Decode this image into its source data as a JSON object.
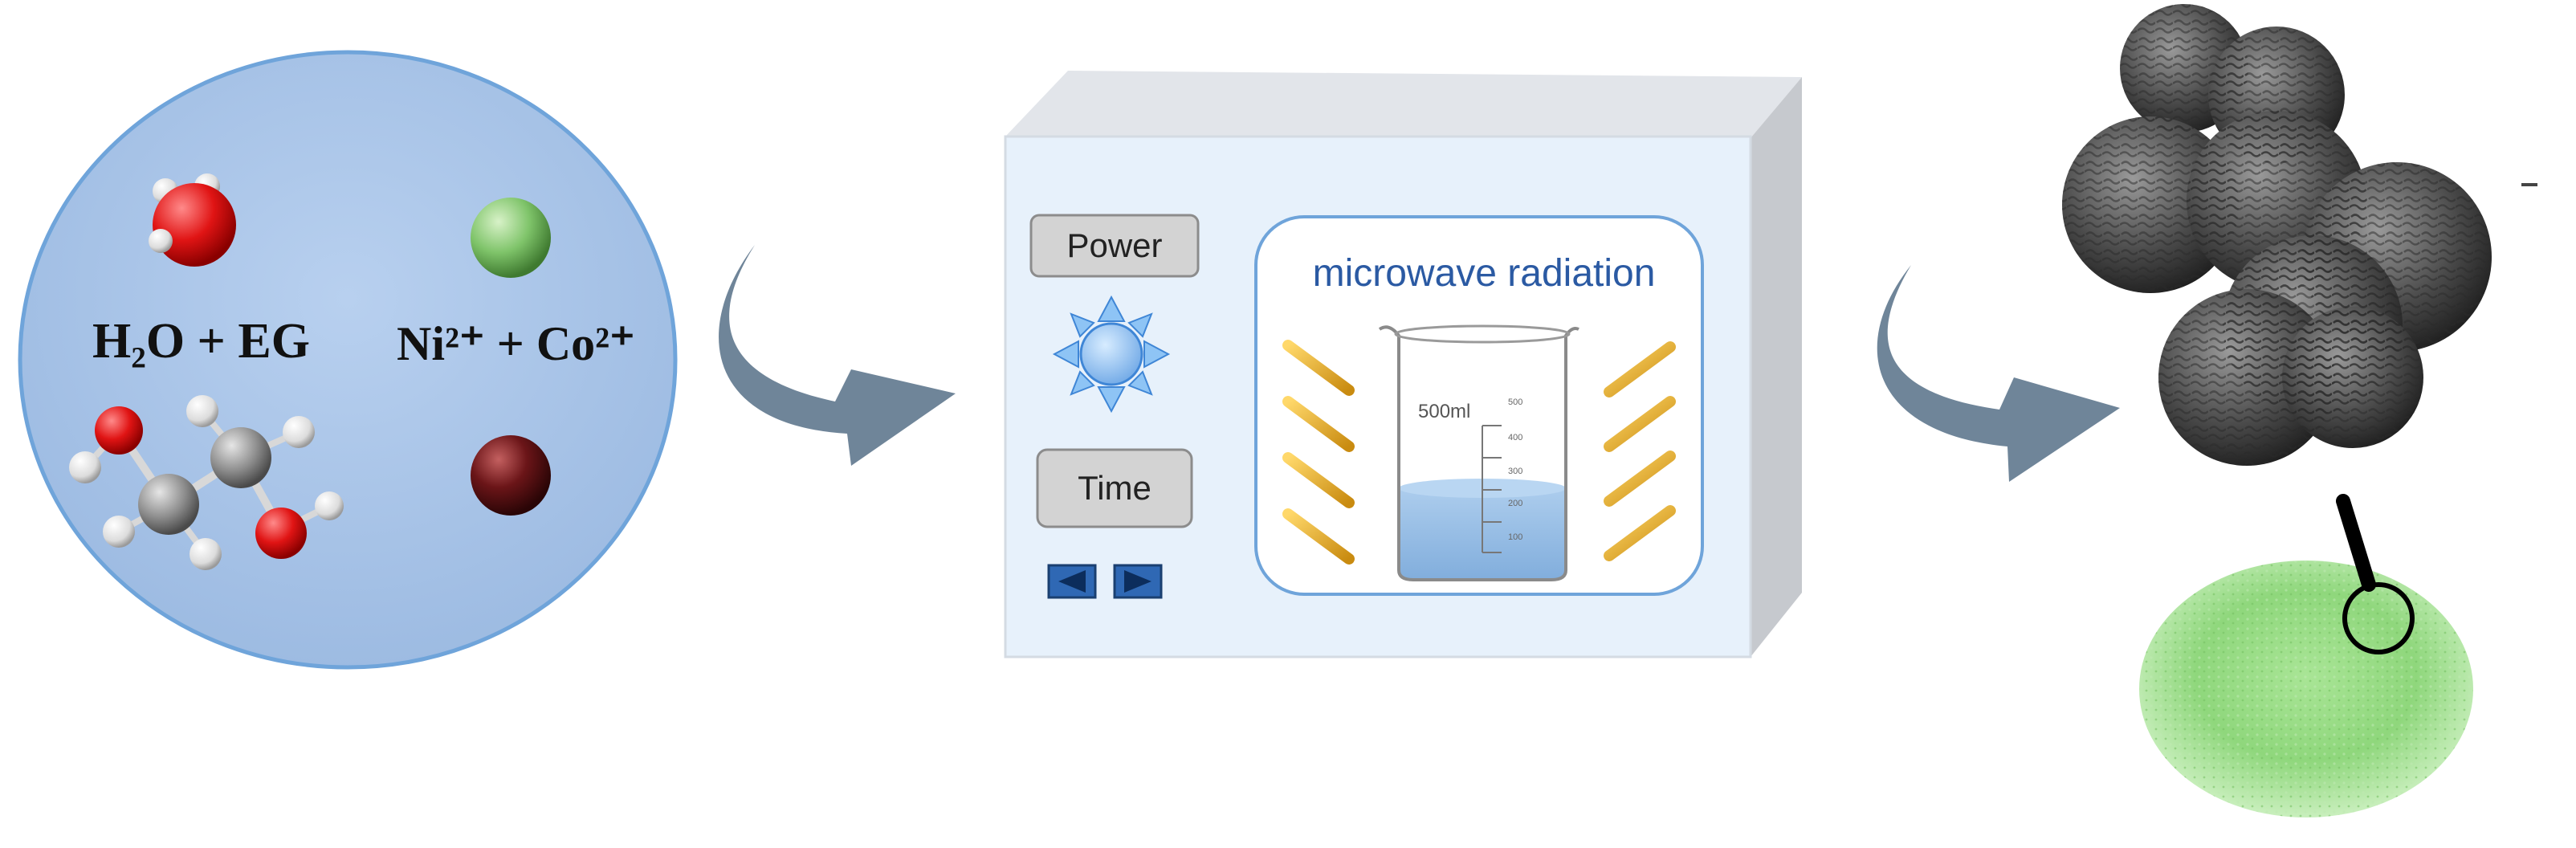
{
  "left_panel": {
    "solvent_label": "H₂O + EG",
    "ion_label": "Ni²⁺ + Co²⁺"
  },
  "reactor": {
    "power_button": "Power",
    "time_button": "Time",
    "chamber_title": "microwave radiation",
    "beaker_volume": "500ml",
    "beaker_ticks": [
      "500",
      "400",
      "300",
      "200",
      "100"
    ]
  },
  "colors": {
    "circle_fill": "#a6c3e6",
    "arrow": "#6f8599",
    "chamber_title": "#2b5aa3",
    "ni_ion": "#7fc46a",
    "co_ion": "#6b1518",
    "powder": "#8fd77c"
  }
}
